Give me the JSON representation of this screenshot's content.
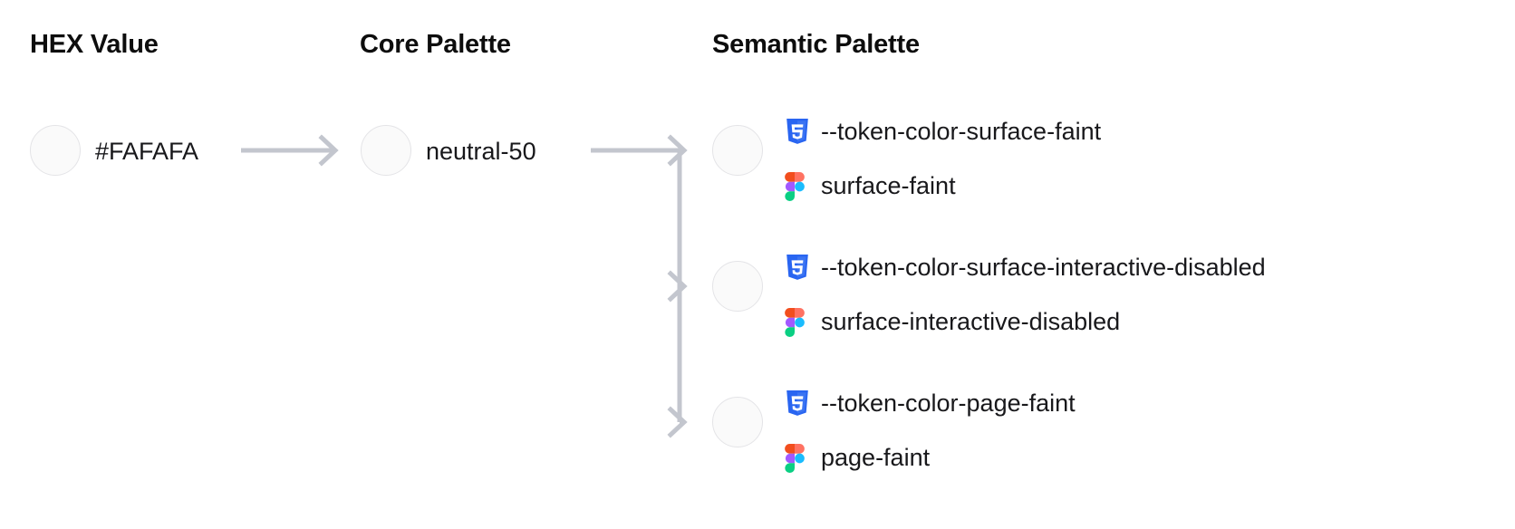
{
  "columns": {
    "hex": {
      "heading": "HEX Value"
    },
    "core": {
      "heading": "Core Palette"
    },
    "semantic": {
      "heading": "Semantic Palette"
    }
  },
  "hex_value": {
    "label": "#FAFAFA",
    "swatch_color": "#FAFAFA"
  },
  "core_value": {
    "label": "neutral-50",
    "swatch_color": "#FAFAFA"
  },
  "semantic_tokens": [
    {
      "swatch_color": "#FAFAFA",
      "css_icon": "css3-icon",
      "css_token": "--token-color-surface-faint",
      "figma_icon": "figma-icon",
      "figma_token": "surface-faint"
    },
    {
      "swatch_color": "#FAFAFA",
      "css_icon": "css3-icon",
      "css_token": "--token-color-surface-interactive-disabled",
      "figma_icon": "figma-icon",
      "figma_token": "surface-interactive-disabled"
    },
    {
      "swatch_color": "#FAFAFA",
      "css_icon": "css3-icon",
      "css_token": "--token-color-page-faint",
      "figma_icon": "figma-icon",
      "figma_token": "page-faint"
    }
  ],
  "colors": {
    "connector": "#C3C6CE",
    "swatch_border": "#E4E4E7",
    "text": "#18181B",
    "heading": "#0D0D0D",
    "css_icon_blue": "#2965F1",
    "figma_red": "#F24E1E",
    "figma_pink": "#FF7262",
    "figma_purple": "#A259FF",
    "figma_blue": "#1ABCFE",
    "figma_green": "#0ACF83",
    "background": "#FFFFFF"
  },
  "connectors": {
    "hex_to_core": "arrow-right",
    "core_to_semantic": "branching-arrow-tree"
  }
}
